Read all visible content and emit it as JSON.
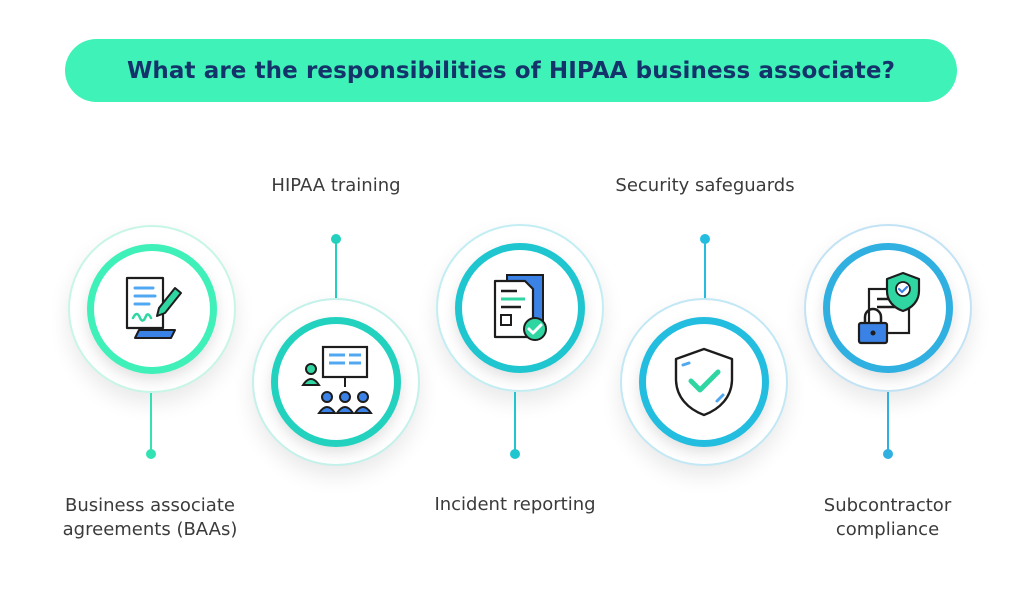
{
  "title": "What are the responsibilities of HIPAA business associate?",
  "colors": {
    "title_bg": "#3ff2b7",
    "title_text": "#14336a",
    "teal": "#2de0b0",
    "cyan": "#1fc6d0",
    "blue": "#2fb0e0",
    "label_text": "#3b3b3b"
  },
  "items": [
    {
      "label": "Business associate agreements (BAAs)",
      "icon": "signed-contract-icon"
    },
    {
      "label": "HIPAA training",
      "icon": "training-presentation-icon"
    },
    {
      "label": "Incident reporting",
      "icon": "document-check-icon"
    },
    {
      "label": "Security safeguards",
      "icon": "shield-check-icon"
    },
    {
      "label": "Subcontractor compliance",
      "icon": "locked-document-shield-icon"
    }
  ]
}
